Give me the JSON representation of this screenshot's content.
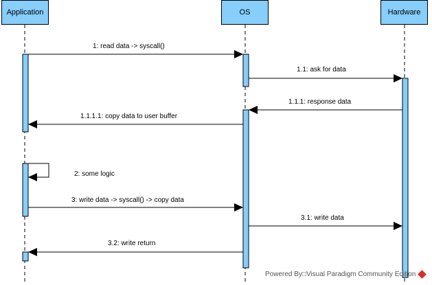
{
  "lifelines": {
    "application": "Application",
    "os": "OS",
    "hardware": "Hardware"
  },
  "messages": {
    "m1": "1: read data -> syscall()",
    "m11": "1.1: ask for data",
    "m111": "1.1.1: response data",
    "m1111": "1.1.1.1: copy data to user buffer",
    "m2": "2: some logic",
    "m3": "3: write data -> syscall() -> copy data",
    "m31": "3.1: write data",
    "m32": "3.2: write return"
  },
  "footer": {
    "text": "Powered By□Visual Paradigm Community Edition"
  },
  "colors": {
    "activation": "#87cefa",
    "line": "#000000"
  }
}
